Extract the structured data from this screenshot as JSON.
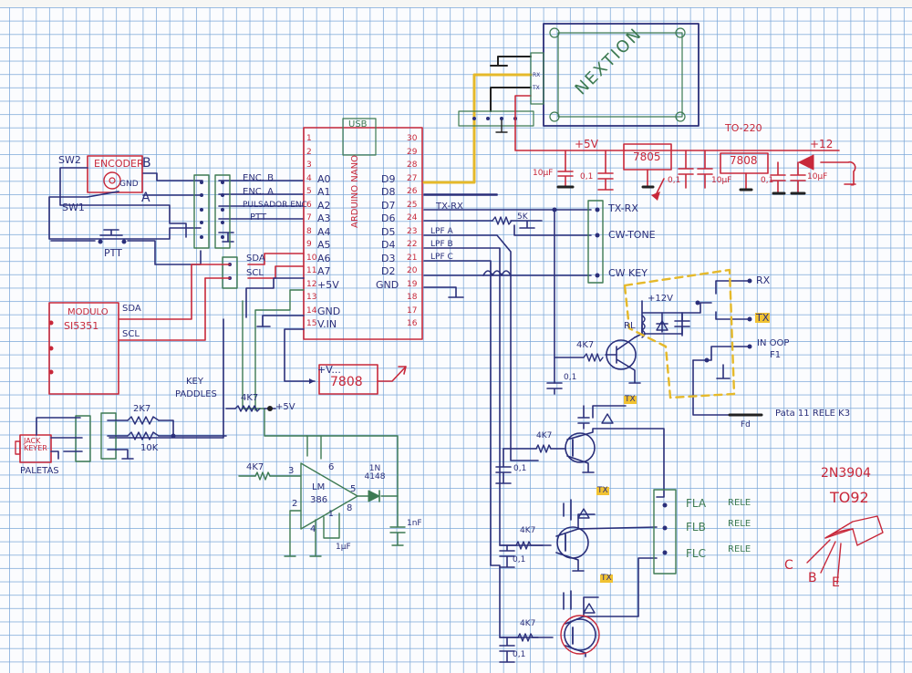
{
  "diagram": {
    "title": "Hand-drawn schematic: Arduino Nano transceiver controller",
    "colors": {
      "paper": "#fbfcfe",
      "grid": "#78a5d7",
      "ink_blue": "#2a2f7a",
      "ink_red": "#c8283a",
      "ink_green": "#3d7a52",
      "ink_yellow": "#e5b92a",
      "ink_black": "#222222"
    },
    "encoder": {
      "title": "ENCODER",
      "sw2": "SW2",
      "sw1": "SW1",
      "pin_b": "B",
      "pin_gnd": "GND",
      "pin_a": "A",
      "ptt_switch": "PTT"
    },
    "connector_labels": [
      "ENC. B",
      "ENC. A",
      "PULSADOR ENC",
      "PTT",
      "SDA",
      "SCL"
    ],
    "arduino": {
      "name": "ARDUINO NANO",
      "usb": "USB",
      "left_pins": [
        {
          "num": "1",
          "name": ""
        },
        {
          "num": "2",
          "name": ""
        },
        {
          "num": "3",
          "name": ""
        },
        {
          "num": "4",
          "name": "A0"
        },
        {
          "num": "5",
          "name": "A1"
        },
        {
          "num": "6",
          "name": "A2"
        },
        {
          "num": "7",
          "name": "A3"
        },
        {
          "num": "8",
          "name": "A4"
        },
        {
          "num": "9",
          "name": "A5"
        },
        {
          "num": "10",
          "name": "A6"
        },
        {
          "num": "11",
          "name": "A7"
        },
        {
          "num": "12",
          "name": "+5V"
        },
        {
          "num": "13",
          "name": ""
        },
        {
          "num": "14",
          "name": "GND"
        },
        {
          "num": "15",
          "name": "V.IN"
        }
      ],
      "right_pins": [
        {
          "num": "30",
          "name": ""
        },
        {
          "num": "29",
          "name": ""
        },
        {
          "num": "28",
          "name": ""
        },
        {
          "num": "27",
          "name": "D9"
        },
        {
          "num": "26",
          "name": "D8"
        },
        {
          "num": "25",
          "name": "D7"
        },
        {
          "num": "24",
          "name": "D6"
        },
        {
          "num": "23",
          "name": "D5"
        },
        {
          "num": "22",
          "name": "D4"
        },
        {
          "num": "21",
          "name": "D3"
        },
        {
          "num": "20",
          "name": "D2"
        },
        {
          "num": "19",
          "name": "GND"
        },
        {
          "num": "18",
          "name": ""
        },
        {
          "num": "17",
          "name": ""
        },
        {
          "num": "16",
          "name": ""
        }
      ],
      "net_labels": {
        "tx_rx": "TX-RX",
        "lpf_a": "LPF A",
        "lpf_b": "LPF B",
        "lpf_c": "LPF C"
      }
    },
    "nextion": {
      "name": "NEXTION",
      "rx": "RX",
      "tx": "TX"
    },
    "power": {
      "package": "TO-220",
      "plus5": "+5V",
      "reg1": "7805",
      "reg2": "7808",
      "plus12": "+12",
      "minus": "-",
      "caps": [
        "10µF",
        "0,1",
        "0,1",
        "10µF",
        "0,1",
        "10µF"
      ]
    },
    "si5351": {
      "title": "MODULO",
      "part": "SI5351",
      "sda": "SDA",
      "scl": "SCL"
    },
    "key_input": {
      "label_line1": "KEY",
      "label_line2": "PADDLES",
      "jack": "JACK KEYER",
      "paletas": "PALETAS",
      "r1": "2K7",
      "r2": "10K",
      "r_pullup": "4K7",
      "pullup_rail": "+5V"
    },
    "reg_7808_block": {
      "vin": "+V...",
      "name": "7808"
    },
    "lm386": {
      "name_line1": "LM",
      "name_line2": "386",
      "r_in": "4K7",
      "pins": {
        "p3": "3",
        "p2": "2",
        "p6": "6",
        "p5": "5",
        "p4": "4",
        "p1": "1",
        "p8": "8"
      },
      "diode": "1N 4148",
      "cap_gain": "1µF",
      "cap_out": "1nF"
    },
    "right_connector": {
      "tx_rx": "TX-RX",
      "cw_tone": "CW-TONE",
      "cw_key": "CW KEY",
      "pot": "5K"
    },
    "relay_stage": {
      "supply": "+12V",
      "relay": "RL",
      "resistor": "4K7",
      "cap": "0,1",
      "contacts": {
        "rx": "RX",
        "tx": "TX",
        "in_oop": "IN OOP",
        "f1": "F1"
      },
      "note": "Pata 11 RELE K3",
      "ferrite": "Fd"
    },
    "lpf_drivers": [
      {
        "resistor": "4K7",
        "cap": "0,1",
        "tag": "TX"
      },
      {
        "resistor": "4K7",
        "cap": "0,1",
        "tag": "TX"
      },
      {
        "resistor": "4K7",
        "cap": "0,1",
        "tag": "TX"
      }
    ],
    "filter_relays": [
      {
        "name": "FLA",
        "type": "RELE"
      },
      {
        "name": "FLB",
        "type": "RELE"
      },
      {
        "name": "FLC",
        "type": "RELE"
      }
    ],
    "transistor_note": {
      "part": "2N3904",
      "package": "TO92",
      "pin_c": "C",
      "pin_b": "B",
      "pin_e": "E"
    }
  }
}
